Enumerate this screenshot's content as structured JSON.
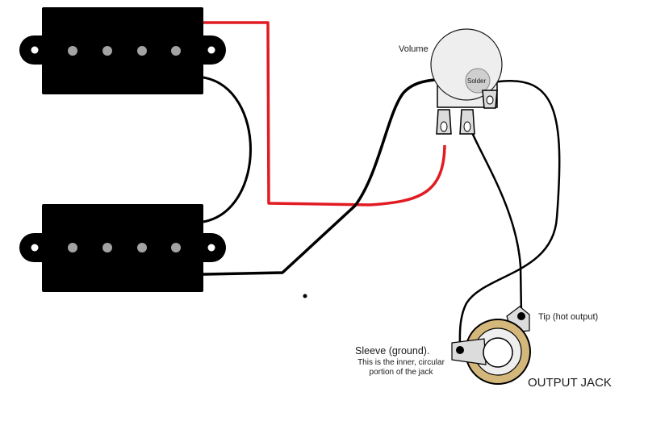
{
  "labels": {
    "volume": "Volume",
    "solder": "Solder",
    "tip": "Tip (hot output)",
    "sleeve": "Sleeve (ground).",
    "sleeve_note": "This is the inner, circular portion of the jack",
    "output_jack": "OUTPUT JACK"
  },
  "colors": {
    "pickup_body": "#000000",
    "pole_piece": "#a3a3a3",
    "hot_wire": "#e11b22",
    "ground_wire": "#000000",
    "pot_body": "#eeeeee",
    "jack_ring": "#d4b77a",
    "jack_lug": "#dcdcdc"
  },
  "components": {
    "pickups": [
      "top-pickup",
      "bottom-pickup"
    ],
    "pole_pieces_per_pickup": 4
  }
}
